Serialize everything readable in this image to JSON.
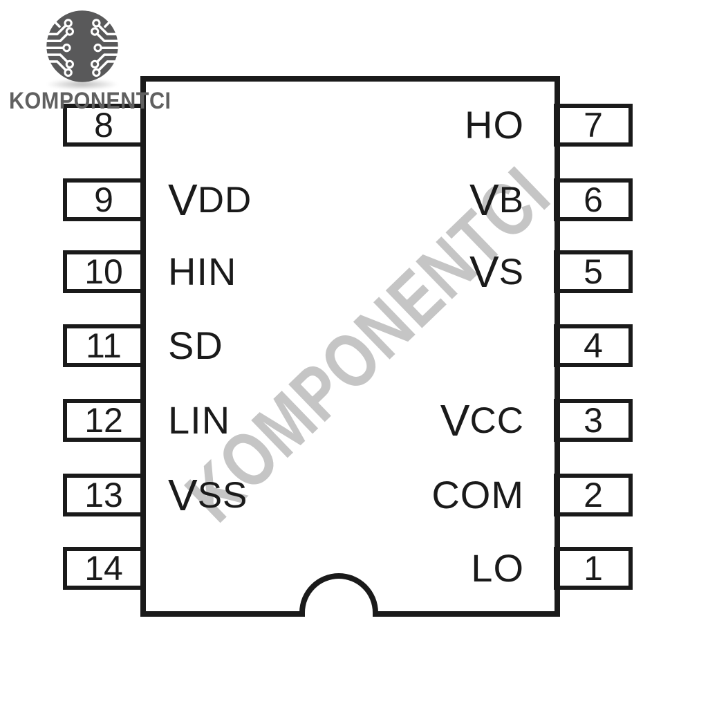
{
  "logo": {
    "brand": "KOMPONENTCI",
    "icon": "circuit-circle-icon",
    "circle_color": "#59595a",
    "text_color": "#606060"
  },
  "watermark": {
    "text": "KOMPONENTCI",
    "color": "#c5c5c5",
    "rotation_deg": -44
  },
  "diagram": {
    "type": "ic-pinout",
    "package": "14-pin DIP outline with bottom index notch",
    "ink_color": "#1a1a1a",
    "left_pins": [
      {
        "num": "8",
        "label": ""
      },
      {
        "num": "9",
        "label": "VDD"
      },
      {
        "num": "10",
        "label": "HIN"
      },
      {
        "num": "11",
        "label": "SD"
      },
      {
        "num": "12",
        "label": "LIN"
      },
      {
        "num": "13",
        "label": "VSS"
      },
      {
        "num": "14",
        "label": ""
      }
    ],
    "right_pins": [
      {
        "num": "7",
        "label": "HO"
      },
      {
        "num": "6",
        "label": "VB"
      },
      {
        "num": "5",
        "label": "VS"
      },
      {
        "num": "4",
        "label": ""
      },
      {
        "num": "3",
        "label": "VCC"
      },
      {
        "num": "2",
        "label": "COM"
      },
      {
        "num": "1",
        "label": "LO"
      }
    ],
    "subscript_labels": [
      "VDD",
      "VSS",
      "VB",
      "VS",
      "VCC"
    ],
    "plain_labels": [
      "HIN",
      "SD",
      "LIN",
      "HO",
      "COM",
      "LO"
    ]
  }
}
